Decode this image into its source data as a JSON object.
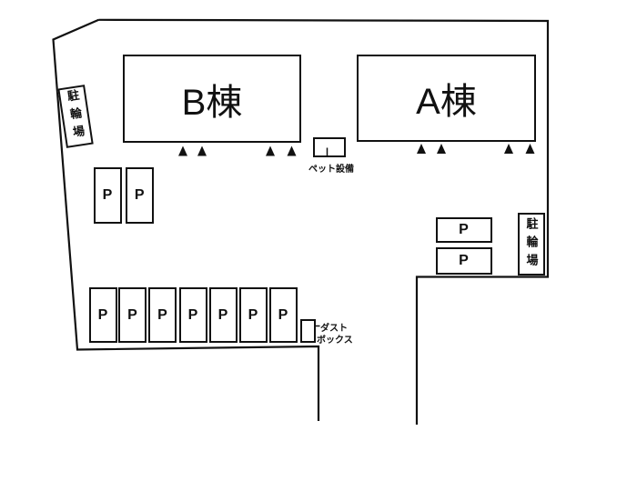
{
  "diagram": {
    "type": "site-plan",
    "background": "#ffffff",
    "line_color": "#111111"
  },
  "buildings": {
    "b": {
      "label": "B棟"
    },
    "a": {
      "label": "A棟"
    }
  },
  "facilities": {
    "pet": {
      "label": "ペット設備"
    },
    "dust_box": {
      "label_line1": "ダスト",
      "label_line2": "ボックス"
    },
    "bicycle_left": {
      "label": "駐輪場"
    },
    "bicycle_right": {
      "label": "駐輪場"
    }
  },
  "parking": {
    "left_pair": [
      "P",
      "P"
    ],
    "bottom_row": [
      "P",
      "P",
      "P",
      "P",
      "P",
      "P",
      "P"
    ],
    "right_pair": [
      "P",
      "P"
    ]
  }
}
